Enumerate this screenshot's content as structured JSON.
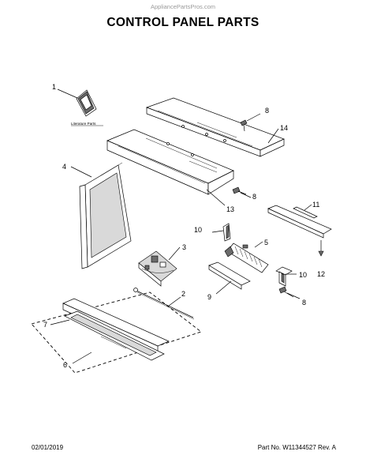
{
  "header": {
    "watermark": "AppliancePartsPros.com",
    "title": "CONTROL PANEL PARTS"
  },
  "literature_label": "Literature Parts",
  "callouts": {
    "c1": "1",
    "c2": "2",
    "c3": "3",
    "c4": "4",
    "c5": "5",
    "c6": "6",
    "c7": "7",
    "c8a": "8",
    "c8b": "8",
    "c8c": "8",
    "c9": "9",
    "c10a": "10",
    "c10b": "10",
    "c11": "11",
    "c12": "12",
    "c13": "13",
    "c14": "14"
  },
  "footer": {
    "date": "02/01/2019",
    "part_number": "Part No. W11344527  Rev. A"
  }
}
